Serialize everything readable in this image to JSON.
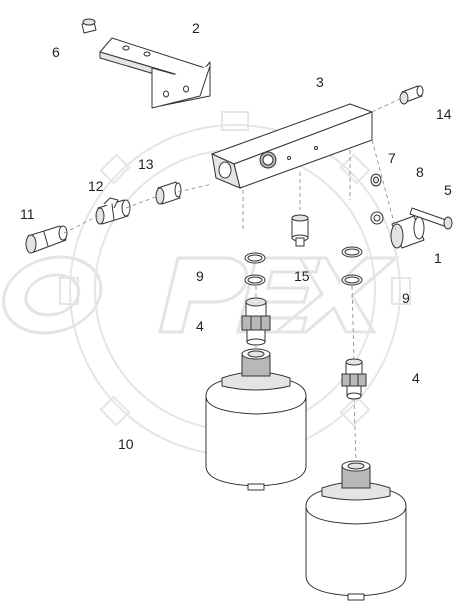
{
  "diagram": {
    "watermark_text": "OPEX",
    "colors": {
      "line": "#333333",
      "watermark": "#d6d6d6",
      "shade": "#e4e4e4"
    },
    "labels": [
      {
        "id": "2",
        "text": "2"
      },
      {
        "id": "6",
        "text": "6"
      },
      {
        "id": "3",
        "text": "3"
      },
      {
        "id": "14",
        "text": "14"
      },
      {
        "id": "13",
        "text": "13"
      },
      {
        "id": "7",
        "text": "7"
      },
      {
        "id": "8",
        "text": "8"
      },
      {
        "id": "12",
        "text": "12"
      },
      {
        "id": "5",
        "text": "5"
      },
      {
        "id": "11",
        "text": "11"
      },
      {
        "id": "1",
        "text": "1"
      },
      {
        "id": "9a",
        "text": "9"
      },
      {
        "id": "15",
        "text": "15"
      },
      {
        "id": "9b",
        "text": "9"
      },
      {
        "id": "4a",
        "text": "4"
      },
      {
        "id": "4b",
        "text": "4"
      },
      {
        "id": "10",
        "text": "10"
      }
    ]
  }
}
